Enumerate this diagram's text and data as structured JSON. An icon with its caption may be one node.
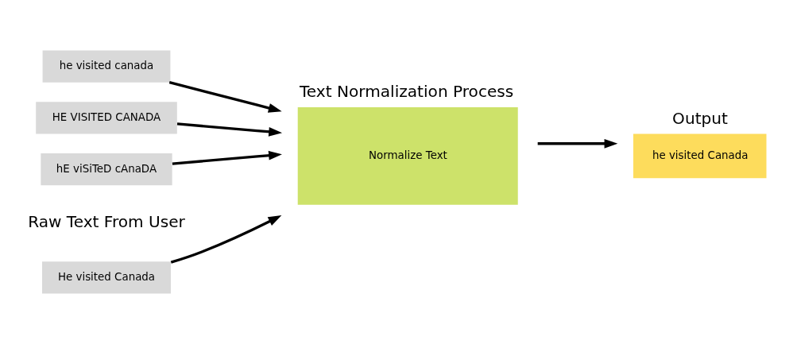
{
  "diagram": {
    "nodes": [
      {
        "text": [
          "He visited Canada"
        ]
      },
      {
        "text": [
          "he visited canada"
        ]
      },
      {
        "text": [
          "HE VISITED CANADA"
        ]
      },
      {
        "text": [
          "hE viSiTeD cAnaDA"
        ]
      },
      {
        "text": [
          "Text Normalization Process",
          "Normalize Text"
        ]
      },
      {
        "text": [
          "Output",
          "he visited Canada"
        ]
      }
    ],
    "edges": [
      {
        "from": 0,
        "to": 4,
        "arrow": "to"
      },
      {
        "from": 1,
        "to": 4,
        "arrow": "to"
      },
      {
        "from": 2,
        "to": 4,
        "arrow": "to"
      },
      {
        "from": 3,
        "to": 4,
        "arrow": "to"
      },
      {
        "from": 4,
        "to": 5,
        "arrow": "to"
      }
    ],
    "labels": [
      "Raw Text From User"
    ]
  }
}
